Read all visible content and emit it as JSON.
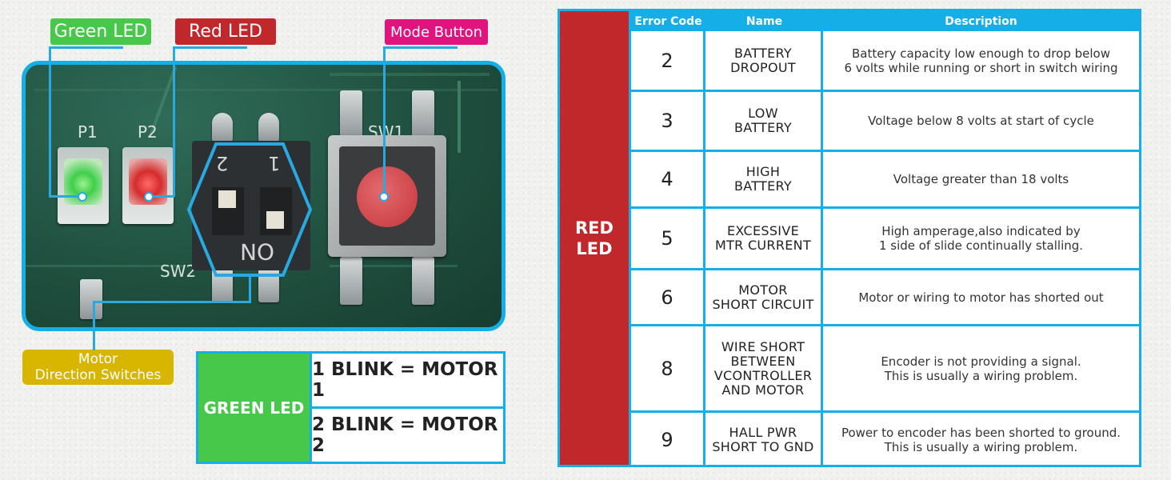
{
  "labels": {
    "green_led": "Green LED",
    "red_led": "Red LED",
    "mode_button": "Mode Button",
    "motor_direction": "Motor\nDirection Switches"
  },
  "board": {
    "p1": "P1",
    "p2": "P2",
    "sw1": "SW1",
    "sw2": "SW2",
    "dip_1": "1",
    "dip_2": "2",
    "dip_on": "ON"
  },
  "green_legend": {
    "title": "GREEN LED",
    "rows": [
      "1 BLINK = MOTOR 1",
      "2 BLINK = MOTOR 2"
    ]
  },
  "error_table": {
    "side_label": "RED\nLED",
    "headers": [
      "Error Code",
      "Name",
      "Description"
    ],
    "rows": [
      {
        "code": "2",
        "name": "BATTERY\nDROPOUT",
        "description": "Battery capacity low enough to drop below\n6 volts while running or short in switch wiring"
      },
      {
        "code": "3",
        "name": "LOW\nBATTERY",
        "description": "Voltage below 8 volts at start of cycle"
      },
      {
        "code": "4",
        "name": "HIGH\nBATTERY",
        "description": "Voltage greater than 18 volts"
      },
      {
        "code": "5",
        "name": "EXCESSIVE\nMTR CURRENT",
        "description": "High amperage,also indicated by\n1 side of slide continually stalling."
      },
      {
        "code": "6",
        "name": "MOTOR\nSHORT CIRCUIT",
        "description": "Motor or wiring to motor has shorted out"
      },
      {
        "code": "8",
        "name": "WIRE SHORT\nBETWEEN\nVCONTROLLER\nAND MOTOR",
        "description": "Encoder is not providing a signal.\nThis is usually a wiring problem."
      },
      {
        "code": "9",
        "name": "HALL PWR\nSHORT TO GND",
        "description": "Power to encoder has been shorted to ground.\nThis is usually a wiring problem."
      }
    ]
  },
  "colors": {
    "accent_blue": "#16aee7",
    "green_led": "#48c84a",
    "red_led": "#c0282c",
    "mode_button": "#e0137f",
    "motor_label": "#d8b600"
  }
}
